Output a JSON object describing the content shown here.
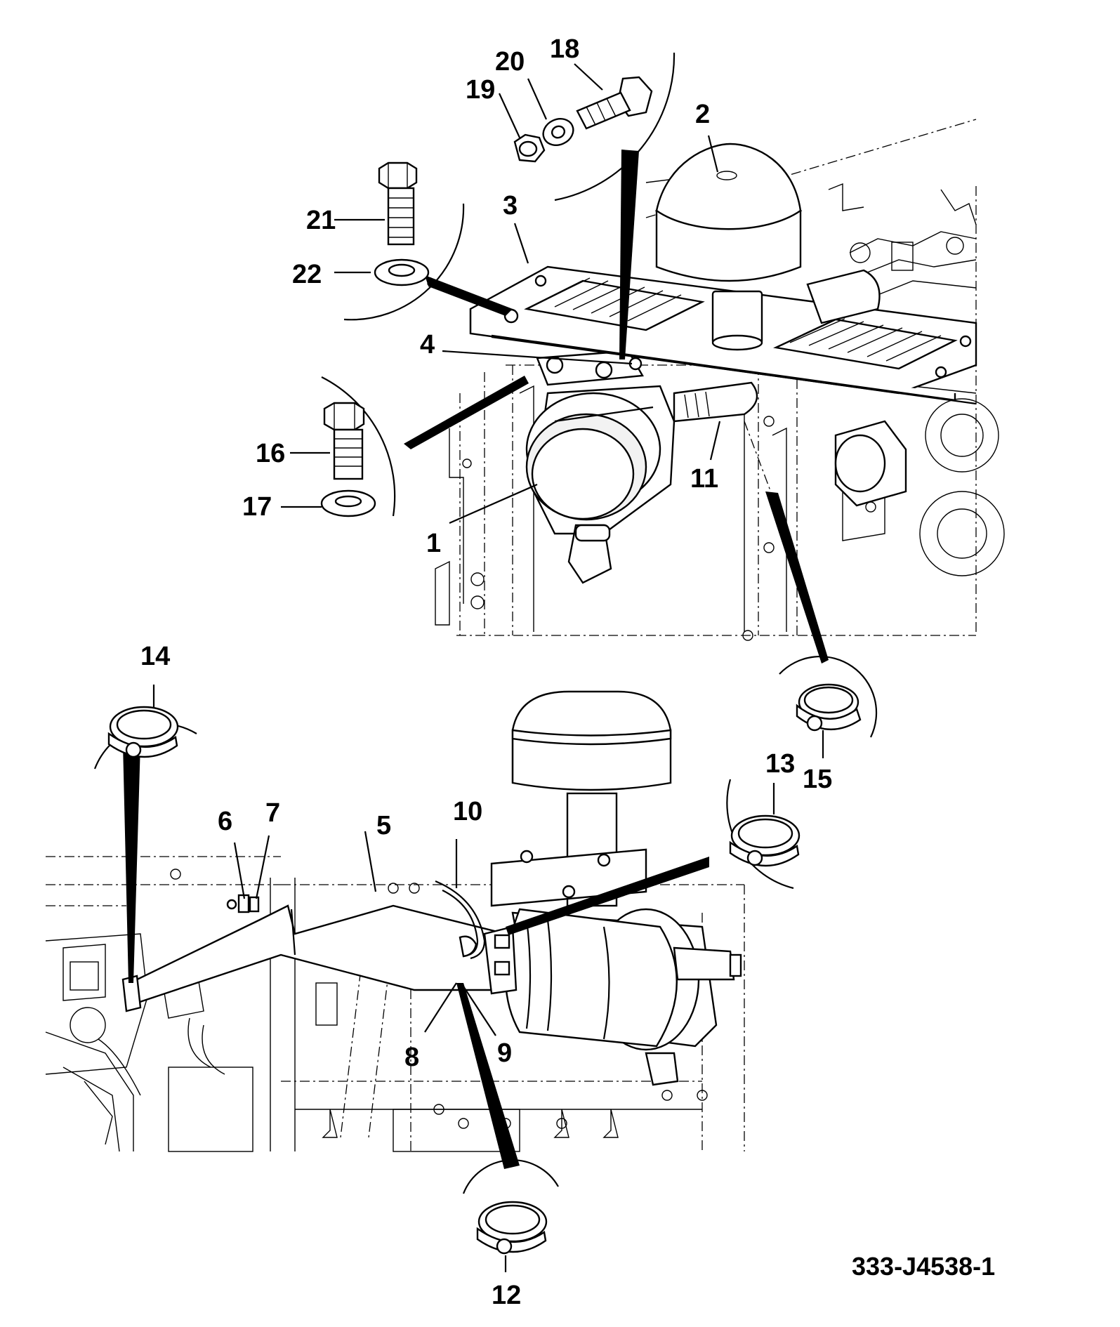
{
  "figure_id": "333-J4538-1",
  "callouts": {
    "c1": "1",
    "c2": "2",
    "c3": "3",
    "c4": "4",
    "c5": "5",
    "c6": "6",
    "c7": "7",
    "c8": "8",
    "c9": "9",
    "c10": "10",
    "c11": "11",
    "c12": "12",
    "c13": "13",
    "c14": "14",
    "c15": "15",
    "c16": "16",
    "c17": "17",
    "c18": "18",
    "c19": "19",
    "c20": "20",
    "c21": "21",
    "c22": "22"
  }
}
